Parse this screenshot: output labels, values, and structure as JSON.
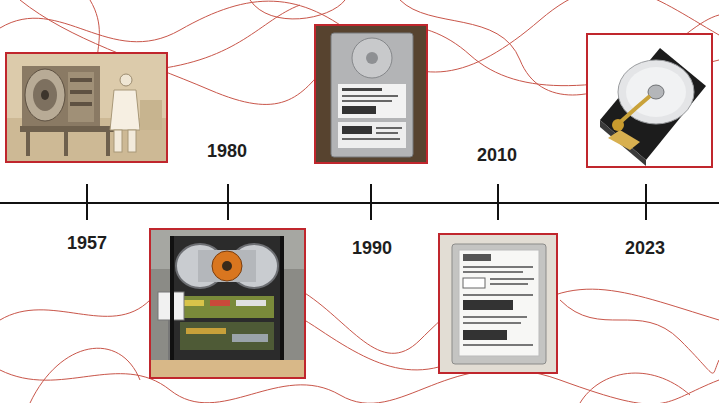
{
  "diagram": {
    "labels": [
      "1957",
      "1980",
      "1990",
      "2010",
      "2023"
    ]
  }
}
